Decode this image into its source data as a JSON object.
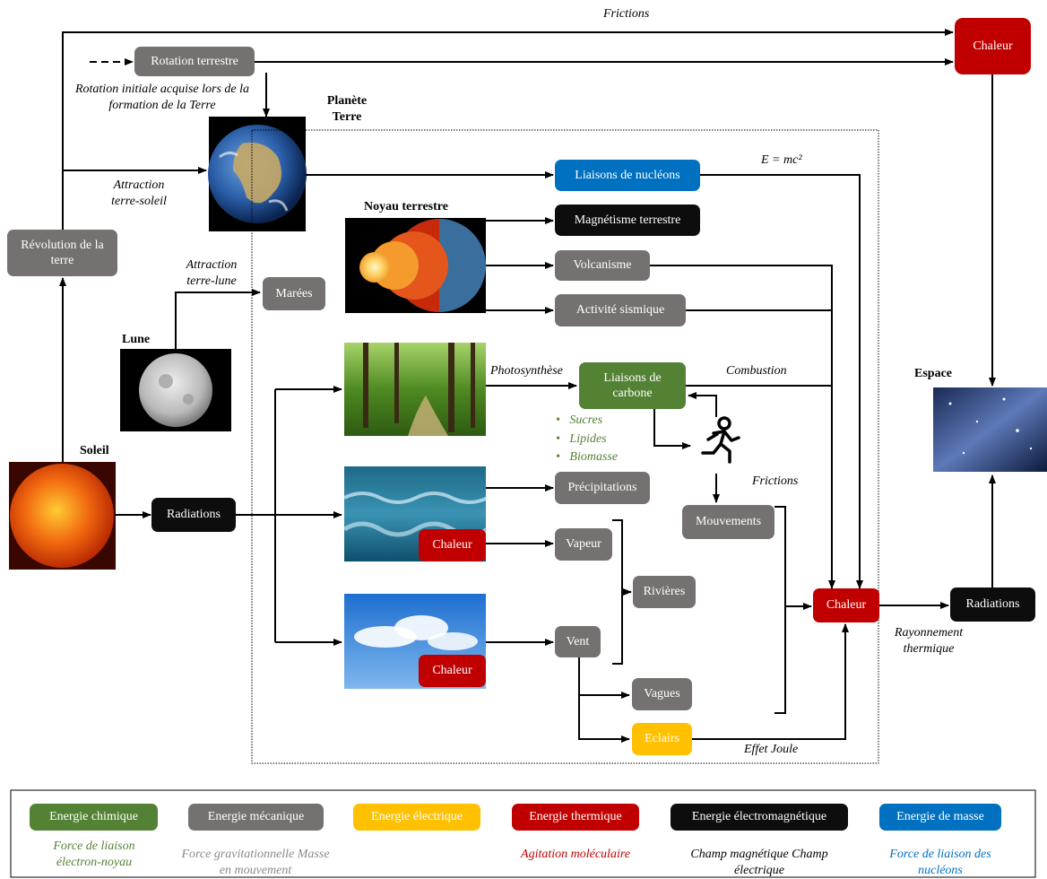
{
  "colors": {
    "chemical": "#548235",
    "mechanical": "#767171",
    "electrical": "#FFC000",
    "thermal": "#C00000",
    "electromagnetic": "#0D0D0D",
    "mass": "#0070C0"
  },
  "nodes": {
    "rotation": "Rotation terrestre",
    "heat_top": "Chaleur",
    "revolution": "Révolution de la terre",
    "nucleon_bonds": "Liaisons de nucléons",
    "earth_magnetism": "Magnétisme terrestre",
    "volcanism": "Volcanisme",
    "seismic": "Activité sismique",
    "tides": "Marées",
    "carbon_bonds": "Liaisons de carbone",
    "precipitation": "Précipitations",
    "ocean_heat": "Chaleur",
    "vapor": "Vapeur",
    "rivers": "Rivières",
    "movements": "Mouvements",
    "heat_center": "Chaleur",
    "radiations_right": "Radiations",
    "radiations_left": "Radiations",
    "sky_heat": "Chaleur",
    "wind": "Vent",
    "waves": "Vagues",
    "lightning": "Eclairs"
  },
  "labels": {
    "frictions_top": "Frictions",
    "initial_rotation": "Rotation initiale acquise lors de la formation de la Terre",
    "planet_earth": "Planète Terre",
    "attraction_earth_sun": "Attraction terre-soleil",
    "emc2": "E = mc²",
    "earth_core": "Noyau terrestre",
    "attraction_earth_moon": "Attraction terre-lune",
    "moon": "Lune",
    "photosynthesis": "Photosynthèse",
    "combustion": "Combustion",
    "space": "Espace",
    "products": [
      "Sucres",
      "Lipides",
      "Biomasse"
    ],
    "sun": "Soleil",
    "frictions_mid": "Frictions",
    "thermal_radiation": "Rayonnement thermique",
    "joule_effect": "Effet Joule"
  },
  "legend": [
    {
      "label": "Energie chimique",
      "desc": "Force de liaison électron-noyau",
      "color": "#548235",
      "desc_color": "#548235"
    },
    {
      "label": "Energie mécanique",
      "desc": "Force gravitationnelle Masse en mouvement",
      "color": "#767171",
      "desc_color": "#767171"
    },
    {
      "label": "Energie électrique",
      "desc": "",
      "color": "#FFC000",
      "desc_color": "#FFC000"
    },
    {
      "label": "Energie thermique",
      "desc": "Agitation moléculaire",
      "color": "#C00000",
      "desc_color": "#C00000"
    },
    {
      "label": "Energie électromagnétique",
      "desc": "Champ magnétique Champ électrique",
      "color": "#0D0D0D",
      "desc_color": "#000000"
    },
    {
      "label": "Energie de masse",
      "desc": "Force de liaison des nucléons",
      "color": "#0070C0",
      "desc_color": "#0070C0"
    }
  ]
}
